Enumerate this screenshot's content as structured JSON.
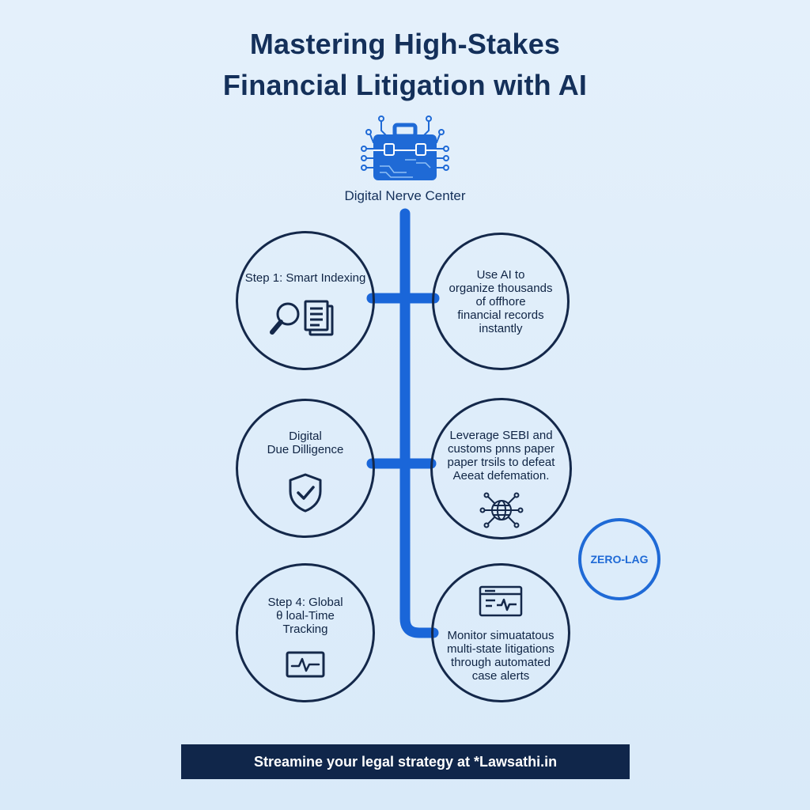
{
  "title": {
    "line1": "Mastering High-Stakes",
    "line2": "Financial Litigation with AI"
  },
  "hub": {
    "label": "Digital Nerve Center",
    "icon": "briefcase-circuit-icon"
  },
  "nodes": [
    {
      "id": "step1",
      "lines": [
        "Step 1: Smart Indexing"
      ],
      "icon": "search-documents-icon"
    },
    {
      "id": "step1-desc",
      "lines": [
        "Use AI to",
        "organize thousands",
        "of offhore",
        "financial records",
        "instantly"
      ],
      "icon": ""
    },
    {
      "id": "step2",
      "lines": [
        "Digital",
        "Due Dilligence"
      ],
      "icon": "shield-check-icon"
    },
    {
      "id": "step2-desc",
      "lines": [
        "Leverage SEBI and",
        "customs pnns paper",
        "paper trsils to defeat",
        "Aeeat defemation."
      ],
      "icon": "globe-network-icon"
    },
    {
      "id": "step4",
      "lines": [
        "Step 4: Global",
        "θ loal-Time",
        "Tracking"
      ],
      "icon": "pulse-monitor-icon"
    },
    {
      "id": "step4-desc",
      "lines": [
        "Monitor simuatatous",
        "multi-state litigations",
        "through automated",
        "case alerts"
      ],
      "icon": "browser-pulse-icon"
    }
  ],
  "badge": {
    "label": "ZERO-LAG"
  },
  "footer": {
    "text": "Streamine your legal strategy at *Lawsathi.in"
  },
  "colors": {
    "background": "#e2effb",
    "navy": "#14284a",
    "accent_blue": "#1f6ad6",
    "footer_bg": "#10264a"
  }
}
